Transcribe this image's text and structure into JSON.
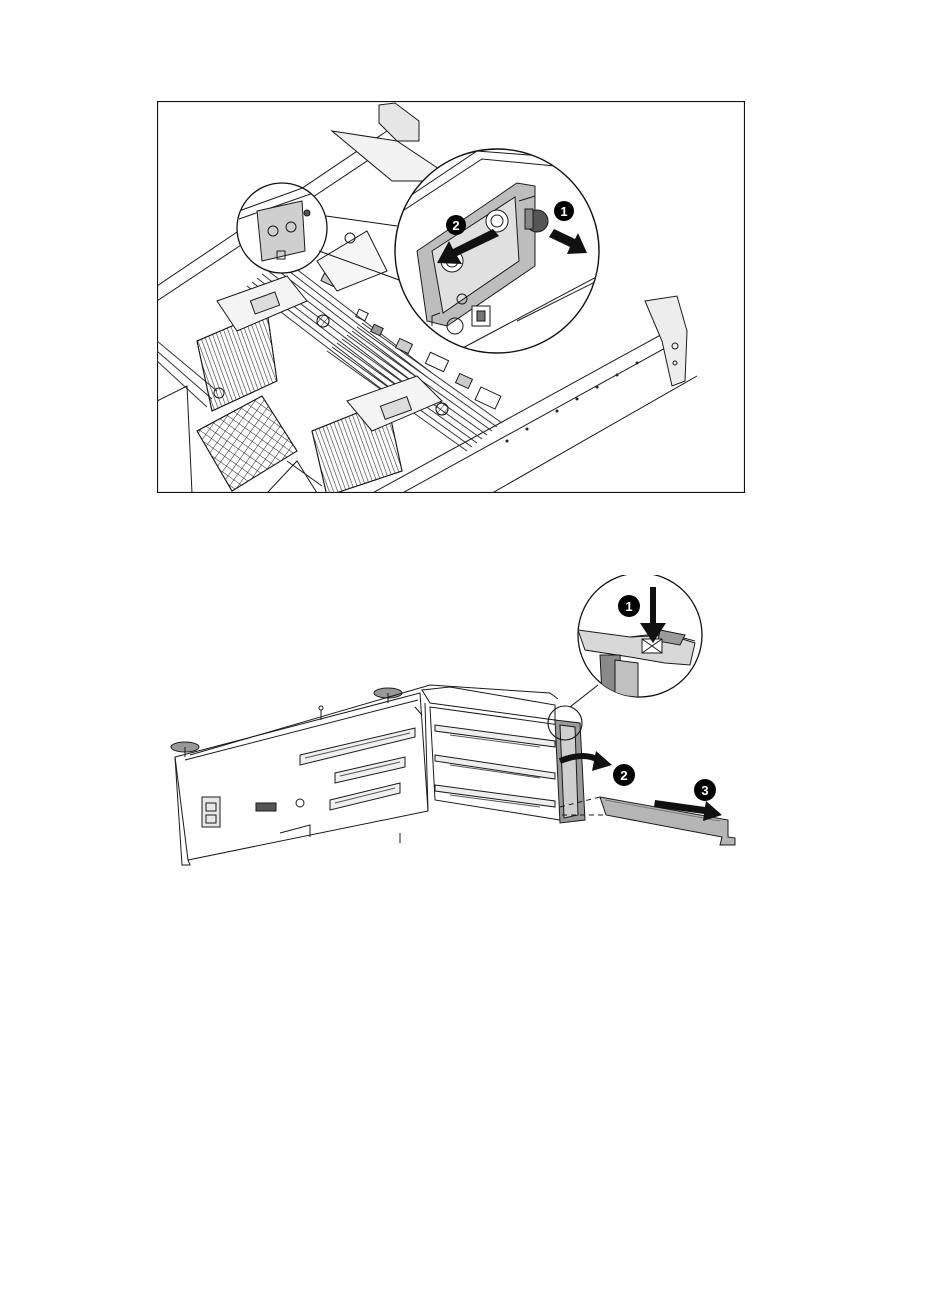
{
  "figure_top": {
    "callouts": [
      {
        "label": "1"
      },
      {
        "label": "2"
      }
    ]
  },
  "figure_bottom": {
    "callouts": [
      {
        "label": "1"
      },
      {
        "label": "2"
      },
      {
        "label": "3"
      }
    ]
  },
  "colors": {
    "line": "#1a1a1a",
    "shade": "#9a9a9a",
    "light_shade": "#c8c8c8",
    "callout_fill": "#000000"
  }
}
